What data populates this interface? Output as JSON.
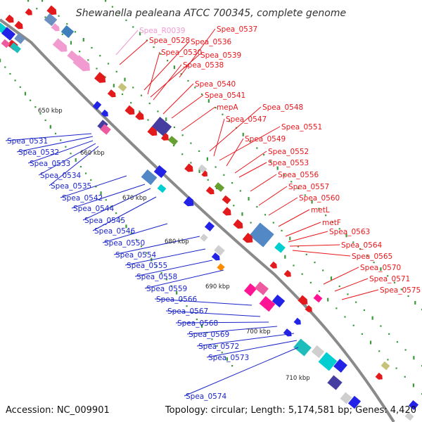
{
  "title": "Shewanella pealeana ATCC 700345, complete genome",
  "footer": {
    "accession": "Accession: NC_009901",
    "info": "Topology: circular; Length: 5,174,581 bp; Genes: 4,420"
  },
  "colors": {
    "forward_label": "#e8171d",
    "reverse_label": "#1b24c8",
    "rna_label": "#f09ad2",
    "backbone": "#8a8a8a",
    "tick_dots": "#3a9a3a"
  },
  "tick_labels": [
    "650 kbp",
    "660 kbp",
    "670 kbp",
    "680 kbp",
    "690 kbp",
    "700 kbp",
    "710 kbp"
  ],
  "rna_labels": [
    "Spea_R0039"
  ],
  "forward_labels": [
    "Spea_0537",
    "Spea_0528",
    "Spea_0536",
    "Spea_0530",
    "Spea_0539",
    "Spea_0538",
    "Spea_0540",
    "Spea_0541",
    "mepA",
    "Spea_0548",
    "Spea_0547",
    "Spea_0551",
    "Spea_0549",
    "Spea_0552",
    "Spea_0553",
    "Spea_0556",
    "Spea_0557",
    "Spea_0560",
    "metL",
    "metF",
    "Spea_0563",
    "Spea_0564",
    "Spea_0565",
    "Spea_0570",
    "Spea_0571",
    "Spea_0575"
  ],
  "reverse_labels": [
    "Spea_0531",
    "Spea_0532",
    "Spea_0533",
    "Spea_0534",
    "Spea_0535",
    "Spea_0542",
    "Spea_0544",
    "Spea_0545",
    "Spea_0546",
    "Spea_0550",
    "Spea_0554",
    "Spea_0555",
    "Spea_0558",
    "Spea_0559",
    "Spea_0566",
    "Spea_0567",
    "Spea_0568",
    "Spea_0569",
    "Spea_0572",
    "Spea_0573",
    "Spea_0574"
  ]
}
